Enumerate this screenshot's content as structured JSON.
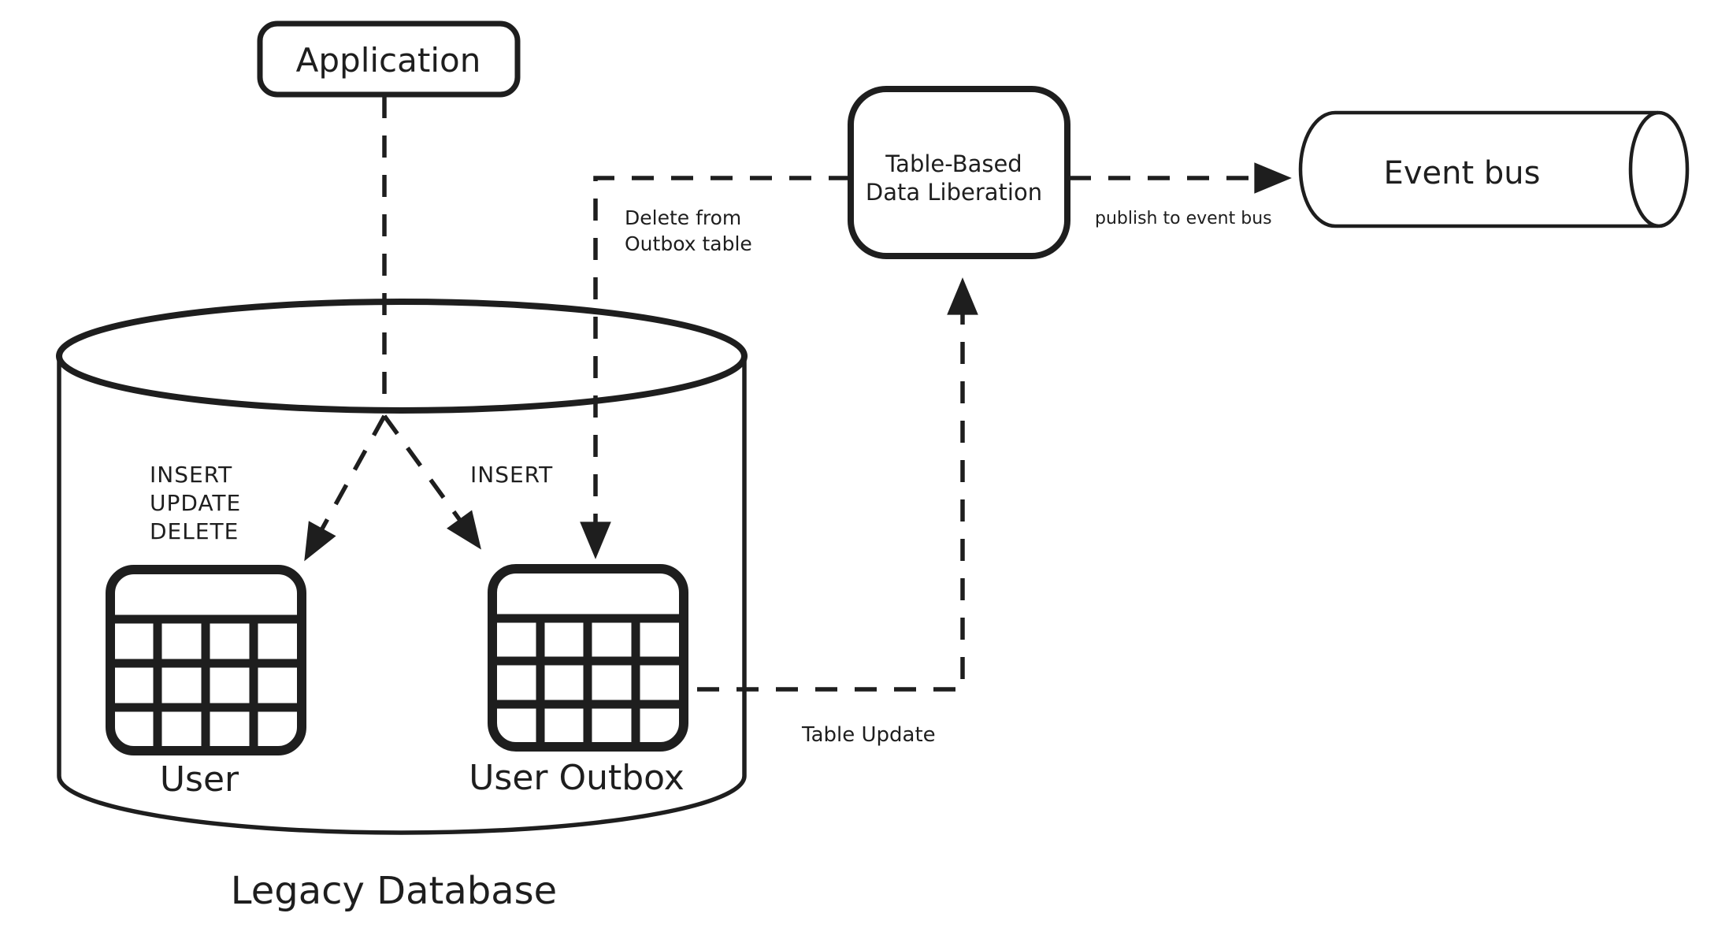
{
  "canvas": {
    "background_color": "#ffffff",
    "ink_color": "#1e1e1e"
  },
  "nodes": {
    "application": {
      "label": "Application"
    },
    "liberation": {
      "label_line1": "Table-Based",
      "label_line2": "Data Liberation"
    },
    "event_bus": {
      "label": "Event bus"
    },
    "database": {
      "label": "Legacy Database"
    },
    "user_table": {
      "label": "User"
    },
    "outbox_table": {
      "label": "User Outbox"
    }
  },
  "edges": {
    "app_to_user_ops": {
      "label_line1": "INSERT",
      "label_line2": "UPDATE",
      "label_line3": "DELETE"
    },
    "app_to_outbox": {
      "label": "INSERT"
    },
    "delete_from_outbox": {
      "label_line1": "Delete from",
      "label_line2": "Outbox table"
    },
    "table_update": {
      "label": "Table Update"
    },
    "publish": {
      "label": "publish to event bus"
    }
  }
}
